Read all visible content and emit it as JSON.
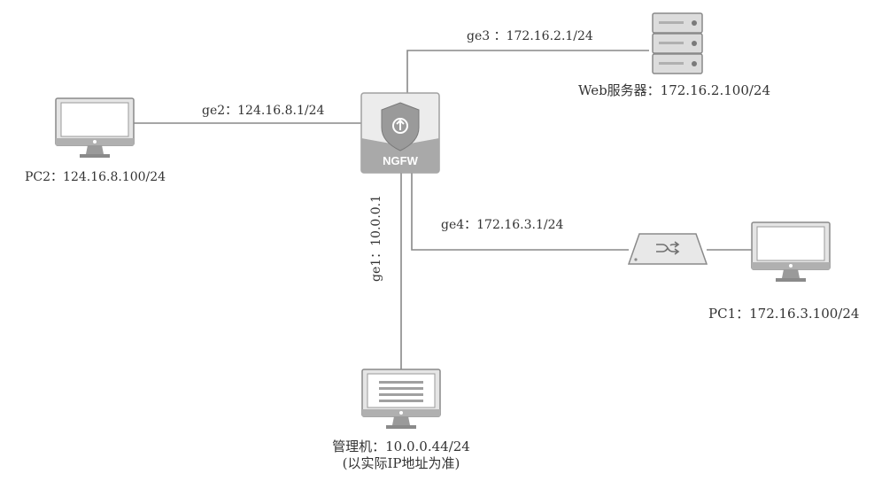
{
  "nodes": {
    "pc2": {
      "label": "PC2：124.16.8.100/24"
    },
    "pc1": {
      "label": "PC1：172.16.3.100/24"
    },
    "web_server": {
      "label": "Web服务器：172.16.2.100/24"
    },
    "mgmt": {
      "label_line1": "管理机：10.0.0.44/24",
      "label_line2": "(以实际IP地址为准)"
    },
    "ngfw": {
      "label": "NGFW"
    }
  },
  "links": {
    "ge1": "ge1：10.0.0.1",
    "ge2": "ge2：124.16.8.1/24",
    "ge3": "ge3 ：172.16.2.1/24",
    "ge4": "ge4：172.16.3.1/24"
  },
  "colors": {
    "line": "#888888",
    "device_fill": "#e5e5e5",
    "device_stroke": "#8a8a8a",
    "ngfw_band": "#a9a9a9"
  }
}
